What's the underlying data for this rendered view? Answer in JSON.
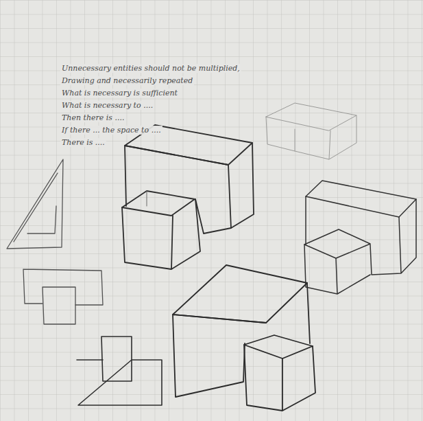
{
  "diagram": {
    "labels": [
      "Unnecessary entities should not be multiplied,",
      "Drawing and necessarily repeated",
      "What is necessary is sufficient",
      "What is necessary to ....",
      "Then there is ....",
      "If there ... the space to ....",
      "There is ...."
    ]
  }
}
